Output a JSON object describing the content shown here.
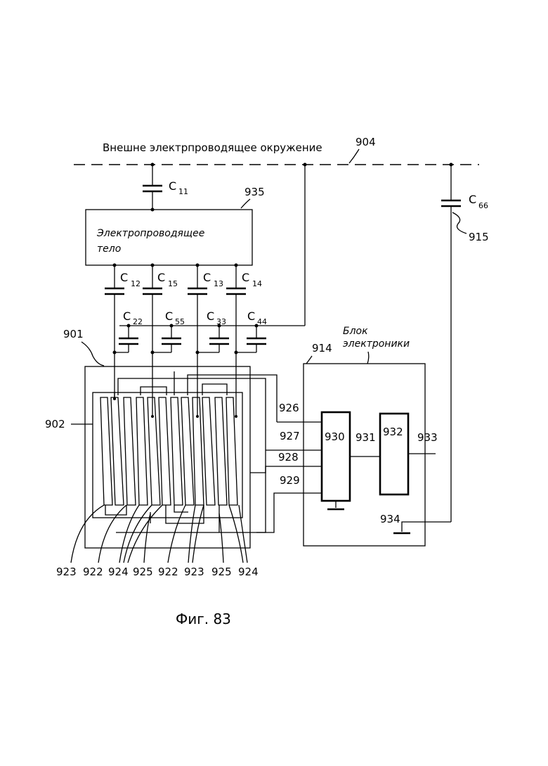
{
  "environment_label": "Внешне электрпроводящее окружение",
  "environment_ref": "904",
  "body_label_line1": "Электропроводящее",
  "body_label_line2": "тело",
  "body_ref": "935",
  "electronics_label_line1": "Блок",
  "electronics_label_line2": "электроники",
  "electronics_ref": "914",
  "capacitors": {
    "c11": {
      "letter": "C",
      "sub": "11"
    },
    "c66": {
      "letter": "C",
      "sub": "66"
    },
    "c12": {
      "letter": "C",
      "sub": "12"
    },
    "c15": {
      "letter": "C",
      "sub": "15"
    },
    "c13": {
      "letter": "C",
      "sub": "13"
    },
    "c14": {
      "letter": "C",
      "sub": "14"
    },
    "c22": {
      "letter": "C",
      "sub": "22"
    },
    "c55": {
      "letter": "C",
      "sub": "55"
    },
    "c33": {
      "letter": "C",
      "sub": "33"
    },
    "c44": {
      "letter": "C",
      "sub": "44"
    }
  },
  "refs": {
    "r915": "915",
    "r901": "901",
    "r902": "902",
    "r926": "926",
    "r927": "927",
    "r928": "928",
    "r929": "929",
    "r930": "930",
    "r931": "931",
    "r932": "932",
    "r933": "933",
    "r934": "934"
  },
  "bottom_labels": [
    "923",
    "922",
    "924",
    "925",
    "922",
    "923",
    "925",
    "924"
  ],
  "caption": "Фиг. 83"
}
